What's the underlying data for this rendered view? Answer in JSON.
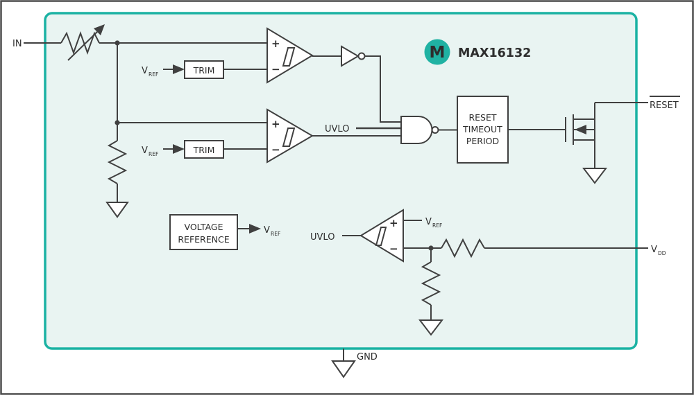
{
  "header": {
    "part_number": "MAX16132",
    "logo_letter": "M"
  },
  "pins": {
    "in": "IN",
    "reset": "RESET",
    "vdd_base": "V",
    "vdd_sub": "DD",
    "gnd": "GND"
  },
  "signals": {
    "uvlo": "UVLO",
    "vref_base": "V",
    "vref_sub": "REF"
  },
  "blocks": {
    "trim": "TRIM",
    "reset_timeout": {
      "line1": "RESET",
      "line2": "TIMEOUT",
      "line3": "PERIOD"
    },
    "voltage_reference": {
      "line1": "VOLTAGE",
      "line2": "REFERENCE"
    }
  },
  "symbols": {
    "plus": "+",
    "minus": "−"
  },
  "colors": {
    "accent_teal": "#1ab2a3",
    "chip_fill": "#e9f4f2",
    "line": "#404040",
    "logo_teal": "#20b2a3",
    "outer_border": "#4a4a4a"
  }
}
